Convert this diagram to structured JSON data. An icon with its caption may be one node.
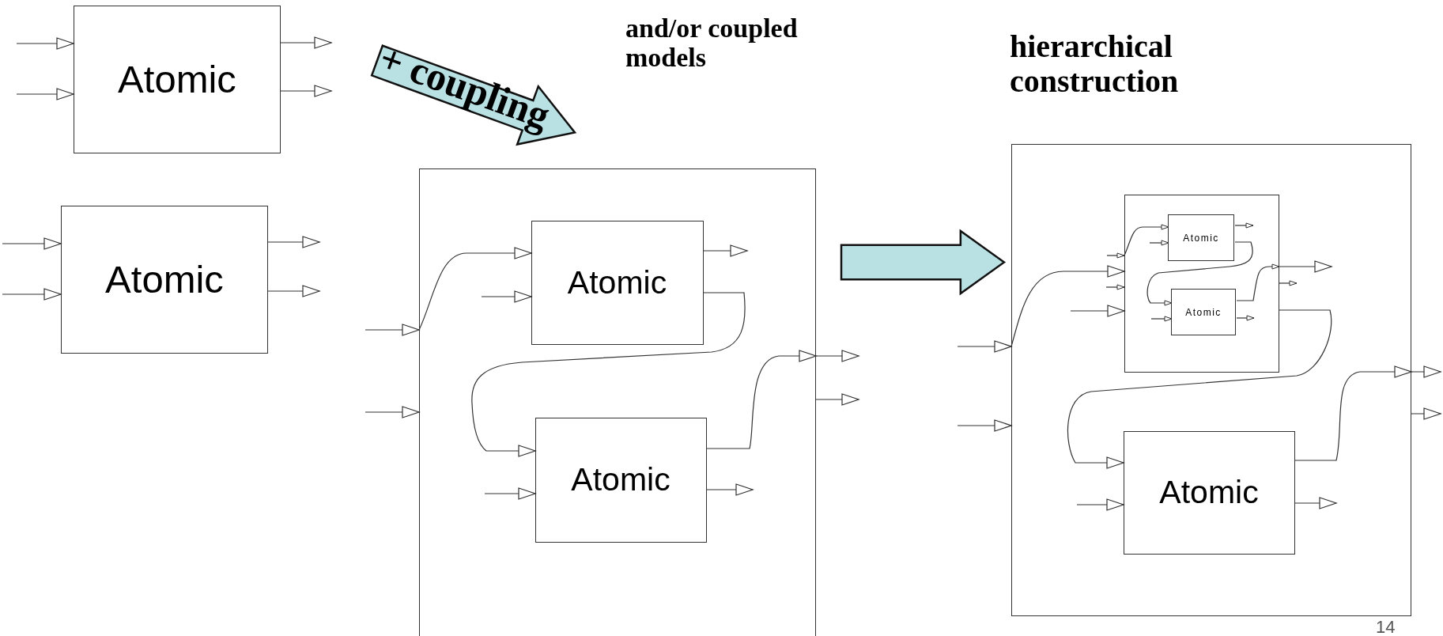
{
  "diagram": {
    "nodes": [
      {
        "text": [
          "Atomic"
        ]
      },
      {
        "text": [
          "Atomic"
        ]
      },
      {
        "text": [
          "+ coupling"
        ]
      },
      {
        "text": [],
        "shape": "box"
      },
      {
        "text": [
          "Atomic"
        ],
        "in": 3
      },
      {
        "text": [
          "Atomic"
        ],
        "in": 3
      },
      {
        "text": [],
        "shape": "arrow"
      },
      {
        "text": [],
        "shape": "box"
      },
      {
        "text": [],
        "shape": "box",
        "in": 7
      },
      {
        "text": [
          "Atomic"
        ],
        "in": 8
      },
      {
        "text": [
          "Atomic"
        ],
        "in": 8
      },
      {
        "text": [
          "Atomic"
        ],
        "in": 7
      }
    ],
    "edges": [
      {
        "from": null,
        "to": 0,
        "arrow": "to"
      },
      {
        "from": null,
        "to": 0,
        "arrow": "to"
      },
      {
        "from": 0,
        "to": null,
        "arrow": "to"
      },
      {
        "from": 0,
        "to": null,
        "arrow": "to"
      },
      {
        "from": null,
        "to": 1,
        "arrow": "to"
      },
      {
        "from": null,
        "to": 1,
        "arrow": "to"
      },
      {
        "from": 1,
        "to": null,
        "arrow": "to"
      },
      {
        "from": 1,
        "to": null,
        "arrow": "to"
      },
      {
        "from": null,
        "to": 3,
        "arrow": "to"
      },
      {
        "from": null,
        "to": 3,
        "arrow": "to"
      },
      {
        "from": 3,
        "to": 4,
        "arrow": "to"
      },
      {
        "from": null,
        "to": 4,
        "arrow": "to"
      },
      {
        "from": 4,
        "to": null,
        "arrow": "to"
      },
      {
        "from": 4,
        "to": 5,
        "arrow": "to"
      },
      {
        "from": null,
        "to": 5,
        "arrow": "to"
      },
      {
        "from": 5,
        "to": 3,
        "arrow": "to"
      },
      {
        "from": 5,
        "to": null,
        "arrow": "to"
      },
      {
        "from": 3,
        "to": null,
        "arrow": "to"
      },
      {
        "from": 3,
        "to": null,
        "arrow": "to"
      },
      {
        "from": null,
        "to": 7,
        "arrow": "to"
      },
      {
        "from": null,
        "to": 7,
        "arrow": "to"
      },
      {
        "from": 7,
        "to": 8,
        "arrow": "to"
      },
      {
        "from": null,
        "to": 8,
        "arrow": "to"
      },
      {
        "from": null,
        "to": 8,
        "arrow": "to"
      },
      {
        "from": null,
        "to": 8,
        "arrow": "to"
      },
      {
        "from": 8,
        "to": 9,
        "arrow": "to"
      },
      {
        "from": null,
        "to": 9,
        "arrow": "to"
      },
      {
        "from": 9,
        "to": null,
        "arrow": "to"
      },
      {
        "from": 9,
        "to": 10,
        "arrow": "to"
      },
      {
        "from": null,
        "to": 10,
        "arrow": "to"
      },
      {
        "from": 10,
        "to": 8,
        "arrow": "to"
      },
      {
        "from": 10,
        "to": null,
        "arrow": "to"
      },
      {
        "from": 8,
        "to": null,
        "arrow": "to"
      },
      {
        "from": 8,
        "to": null,
        "arrow": "to"
      },
      {
        "from": 8,
        "to": 11,
        "arrow": "to"
      },
      {
        "from": null,
        "to": 11,
        "arrow": "to"
      },
      {
        "from": 11,
        "to": 7,
        "arrow": "to"
      },
      {
        "from": 11,
        "to": null,
        "arrow": "to"
      },
      {
        "from": 7,
        "to": null,
        "arrow": "to"
      },
      {
        "from": 7,
        "to": null,
        "arrow": "to"
      }
    ],
    "labels": [
      "and/or coupled models",
      "hierarchical construction",
      "14"
    ]
  }
}
